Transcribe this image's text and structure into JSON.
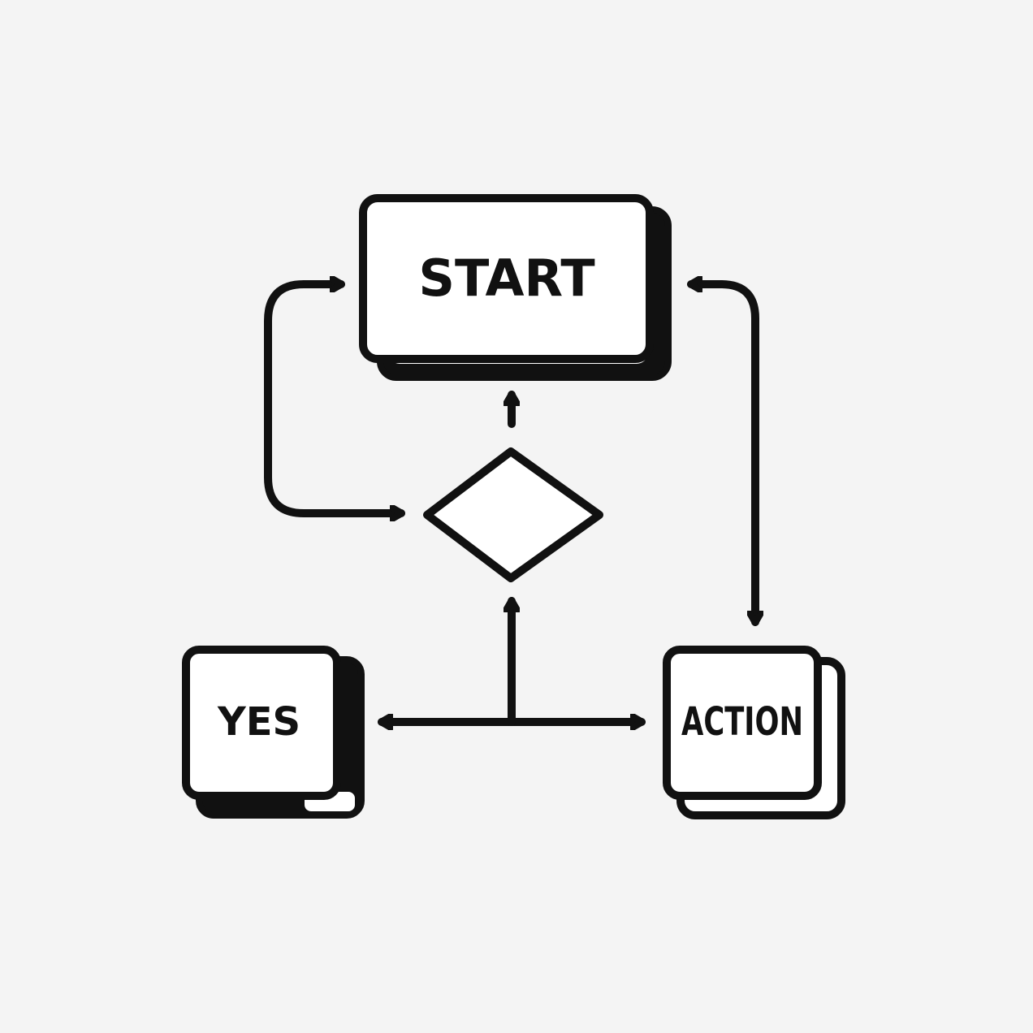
{
  "diagram": {
    "nodes": {
      "start": {
        "label": "START"
      },
      "decision": {
        "label": ""
      },
      "yes": {
        "label": "YES"
      },
      "action": {
        "label": "ACTION"
      }
    }
  },
  "colors": {
    "background": "#f4f4f4",
    "stroke": "#111111",
    "fill": "#ffffff"
  }
}
